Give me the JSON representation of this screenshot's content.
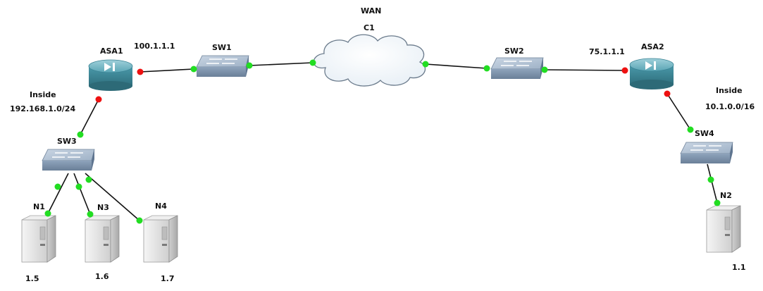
{
  "title": "WAN",
  "cloud": {
    "label": "C1"
  },
  "nodes": {
    "asa1": {
      "label": "ASA1",
      "ip": "100.1.1.1"
    },
    "asa2": {
      "label": "ASA2",
      "ip": "75.1.1.1"
    },
    "sw1": {
      "label": "SW1"
    },
    "sw2": {
      "label": "SW2"
    },
    "sw3": {
      "label": "SW3"
    },
    "sw4": {
      "label": "SW4"
    },
    "n1": {
      "label": "N1",
      "addr": "1.5"
    },
    "n2": {
      "label": "N2",
      "addr": "1.1"
    },
    "n3": {
      "label": "N3",
      "addr": "1.6"
    },
    "n4": {
      "label": "N4",
      "addr": "1.7"
    }
  },
  "inside_left": {
    "title": "Inside",
    "subnet": "192.168.1.0/24"
  },
  "inside_right": {
    "title": "Inside",
    "subnet": "10.1.0.0/16"
  },
  "colors": {
    "link": "#111111",
    "port_up": "#22dd22",
    "port_down": "#ee1111",
    "router_body": "#3f8a9a",
    "switch_body": "#8fa4bd",
    "server_body": "#e4e4e4"
  }
}
